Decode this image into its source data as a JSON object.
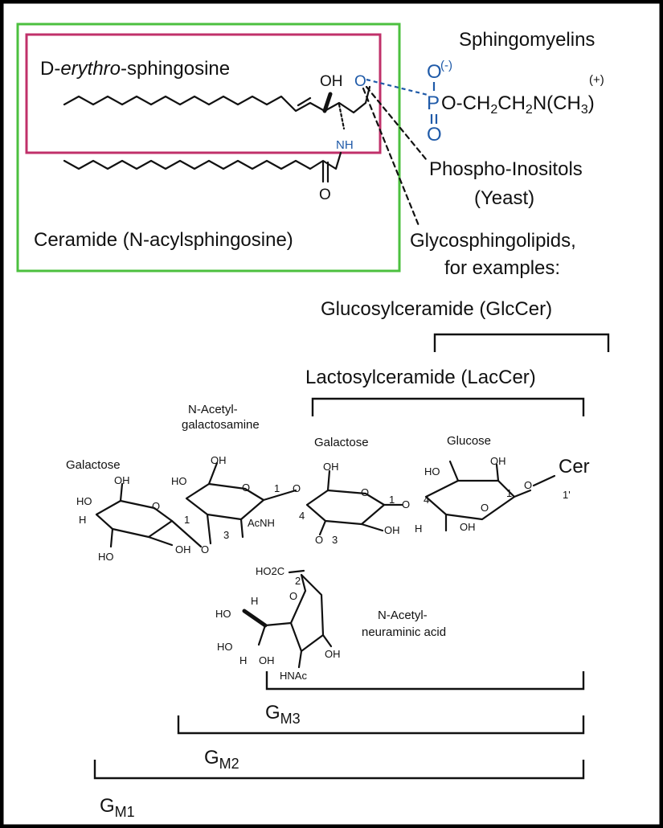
{
  "title": "Sphingomyelins",
  "sphingosine_label": {
    "prefix": "D-",
    "italic": "erythro",
    "suffix": "-sphingosine"
  },
  "groups": {
    "oh": "OH",
    "o_link": "O",
    "nh": "NH",
    "keto_o": "O",
    "phosphate_o_minus": "O",
    "phosphate_charge": "(-)",
    "phosphate_p": "P",
    "phosphate_o_low": "O",
    "choline": "O-CH2CH2N(CH3)",
    "choline_charge": "(+)"
  },
  "phospho_inositols": {
    "line1": "Phospho-Inositols",
    "line2": "(Yeast)"
  },
  "ceramide_label": "Ceramide (N-acylsphingosine)",
  "glyco": {
    "line1": "Glycosphingolipids,",
    "line2": "for examples:"
  },
  "glccer": "Glucosylceramide (GlcCer)",
  "laccer": "Lactosylceramide (LacCer)",
  "sugars": {
    "nacetylgal_line1": "N-Acetyl-",
    "nacetylgal_line2": "galactosamine",
    "galactose_left": "Galactose",
    "galactose_mid": "Galactose",
    "glucose": "Glucose",
    "neu_line1": "N-Acetyl-",
    "neu_line2": "neuraminic acid",
    "cer": "Cer",
    "cer_pos": "1'"
  },
  "atoms": {
    "oh": "OH",
    "ho": "HO",
    "h": "H",
    "o": "O",
    "acnh": "AcNH",
    "hnac": "HNAc",
    "ho2c": "HO2C",
    "n1": "1",
    "n2": "2",
    "n3": "3",
    "n4": "4"
  },
  "gangliosides": {
    "gm3": {
      "g": "G",
      "sub": "M3"
    },
    "gm2": {
      "g": "G",
      "sub": "M2"
    },
    "gm1": {
      "g": "G",
      "sub": "M1"
    }
  },
  "colors": {
    "green_box": "#4cc03f",
    "magenta_box": "#c0306a",
    "blue_groups": "#1f5aa8",
    "frame": "#000000"
  }
}
